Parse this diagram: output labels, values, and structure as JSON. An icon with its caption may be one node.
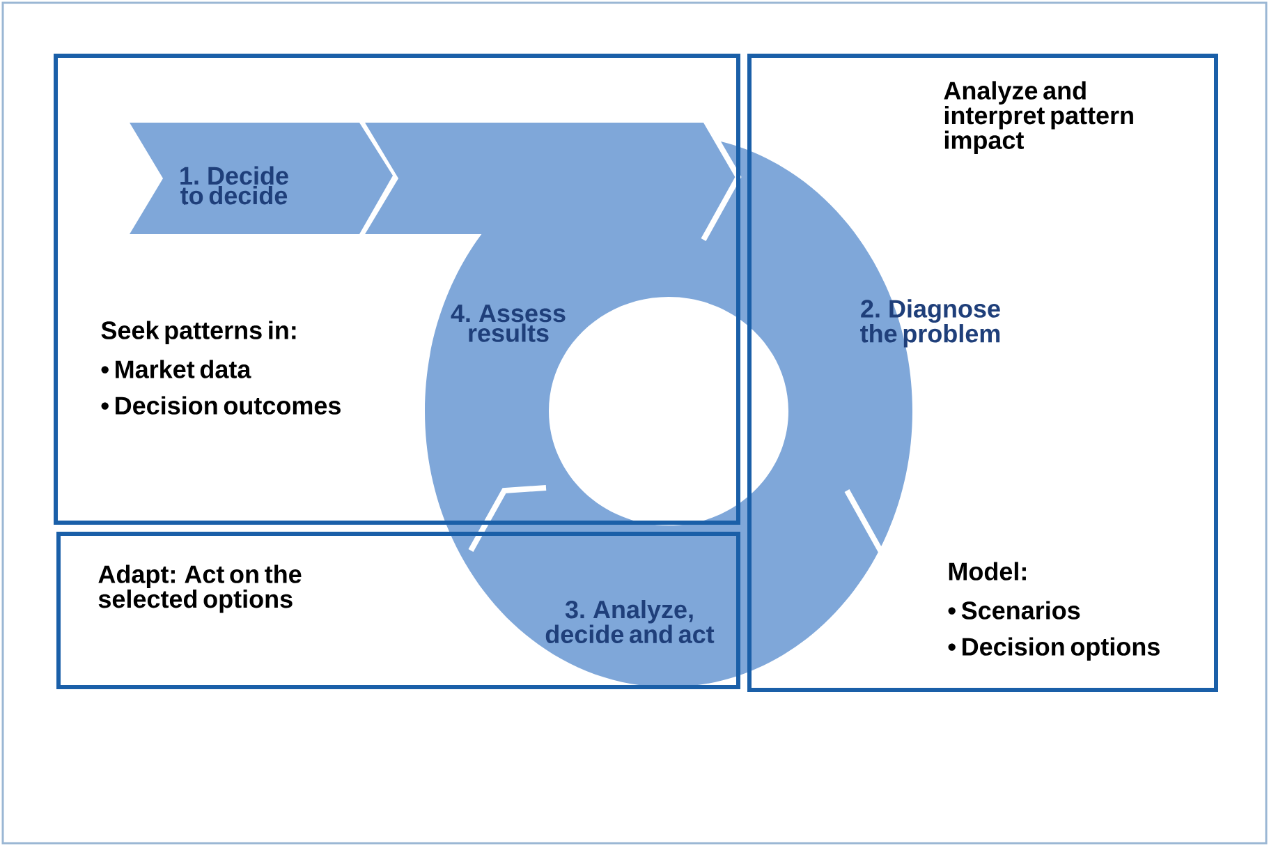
{
  "diagram": {
    "nodes": [
      {
        "text": [
          "Seek patterns in:",
          "• Market data",
          "• Decision outcomes"
        ]
      },
      {
        "text": [
          "Analyze and interpret pattern impact",
          "Model:",
          "• Scenarios",
          "• Decision options"
        ]
      },
      {
        "text": [
          "Adapt: Act on the selected options"
        ]
      },
      {
        "text": [
          "1. Decide to decide"
        ],
        "in": 0
      }
    ],
    "labels": [
      "4. Assess results",
      "2. Diagnose the problem",
      "3. Analyze, decide and act"
    ]
  }
}
